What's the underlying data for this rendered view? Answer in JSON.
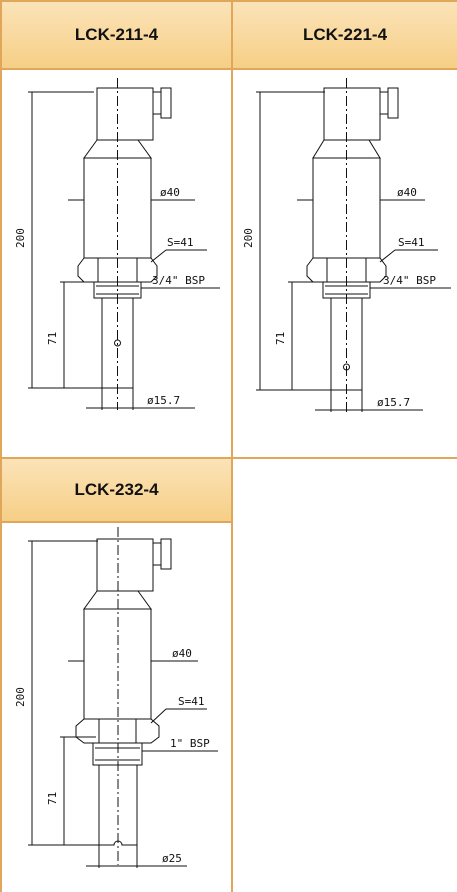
{
  "models": [
    {
      "name": "LCK-211-4",
      "dims": {
        "height": "200",
        "insertion": "71",
        "body_dia": "ø40",
        "hex": "S=41",
        "thread": "3/4\" BSP",
        "probe_dia": "ø15.7"
      }
    },
    {
      "name": "LCK-221-4",
      "dims": {
        "height": "200",
        "insertion": "71",
        "body_dia": "ø40",
        "hex": "S=41",
        "thread": "3/4\" BSP",
        "probe_dia": "ø15.7"
      }
    },
    {
      "name": "LCK-232-4",
      "dims": {
        "height": "200",
        "insertion": "71",
        "body_dia": "ø40",
        "hex": "S=41",
        "thread": "1\" BSP",
        "probe_dia": "ø25"
      }
    }
  ],
  "colors": {
    "border": "#e0a65a",
    "header_top": "#fbe3b8",
    "header_bottom": "#f6cf86"
  }
}
